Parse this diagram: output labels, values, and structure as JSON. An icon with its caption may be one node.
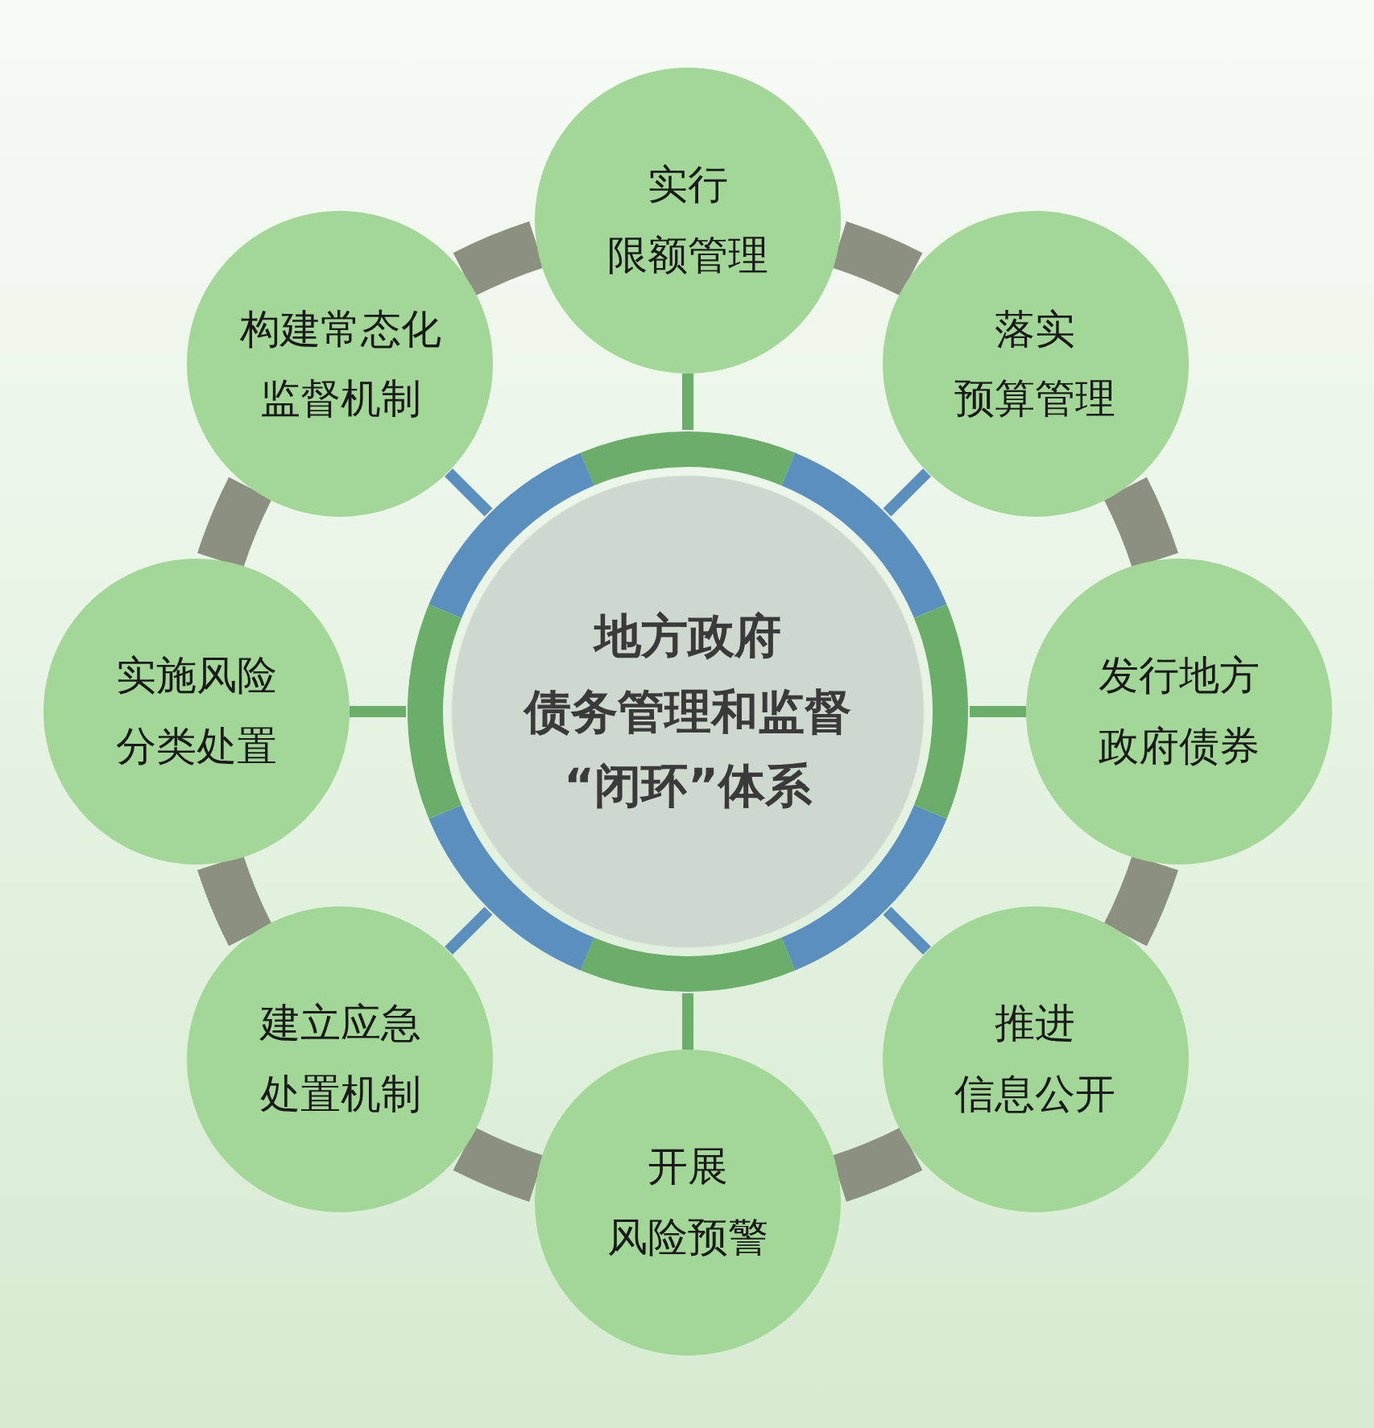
{
  "diagram": {
    "nodes": [
      {
        "text": [
          "地方政府债务管理和监督“闭环”体系"
        ]
      },
      {
        "text": [
          "实行限额管理"
        ]
      },
      {
        "text": [
          "落实预算管理"
        ]
      },
      {
        "text": [
          "发行地方政府债券"
        ]
      },
      {
        "text": [
          "推进信息公开"
        ]
      },
      {
        "text": [
          "开展风险预警"
        ]
      },
      {
        "text": [
          "建立应急处置机制"
        ]
      },
      {
        "text": [
          "实施风险分类处置"
        ]
      },
      {
        "text": [
          "构建常态化监督机制"
        ]
      }
    ],
    "edges": [
      {
        "from": 0,
        "to": 1,
        "arrow": "none",
        "color": "#6aae6a"
      },
      {
        "from": 0,
        "to": 2,
        "arrow": "none",
        "color": "#5b8fbd"
      },
      {
        "from": 0,
        "to": 3,
        "arrow": "none",
        "color": "#6aae6a"
      },
      {
        "from": 0,
        "to": 4,
        "arrow": "none",
        "color": "#5b8fbd"
      },
      {
        "from": 0,
        "to": 5,
        "arrow": "none",
        "color": "#6aae6a"
      },
      {
        "from": 0,
        "to": 6,
        "arrow": "none",
        "color": "#5b8fbd"
      },
      {
        "from": 0,
        "to": 7,
        "arrow": "none",
        "color": "#6aae6a"
      },
      {
        "from": 0,
        "to": 8,
        "arrow": "none",
        "color": "#5b8fbd"
      },
      {
        "from": 1,
        "to": 2,
        "arrow": "none",
        "style": "thick"
      },
      {
        "from": 2,
        "to": 3,
        "arrow": "none",
        "style": "thick"
      },
      {
        "from": 3,
        "to": 4,
        "arrow": "none",
        "style": "thick"
      },
      {
        "from": 4,
        "to": 5,
        "arrow": "none",
        "style": "thick"
      },
      {
        "from": 5,
        "to": 6,
        "arrow": "none",
        "style": "thick"
      },
      {
        "from": 6,
        "to": 7,
        "arrow": "none",
        "style": "thick"
      },
      {
        "from": 7,
        "to": 8,
        "arrow": "none",
        "style": "thick"
      },
      {
        "from": 8,
        "to": 1,
        "arrow": "none",
        "style": "thick"
      }
    ]
  }
}
